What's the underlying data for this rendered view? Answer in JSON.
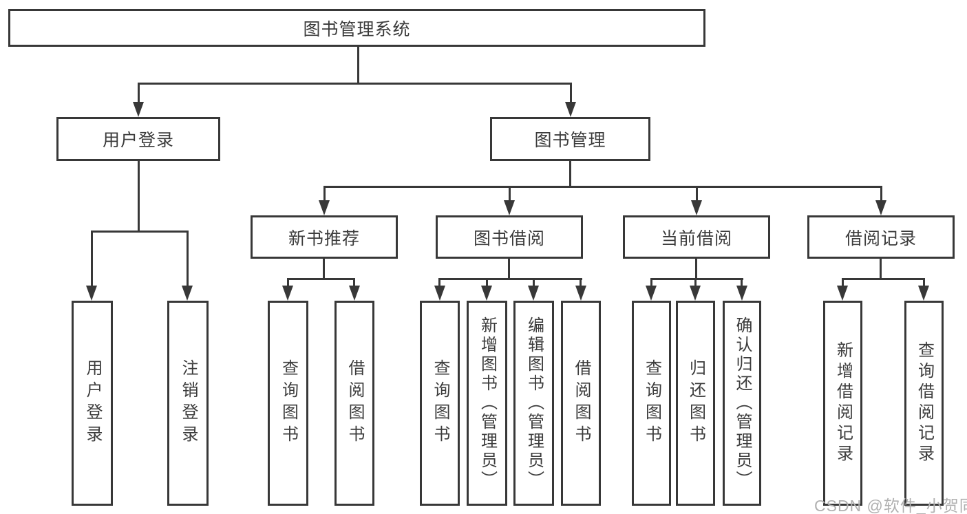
{
  "diagram": {
    "root": {
      "label": "图书管理系统"
    },
    "branches": [
      {
        "label": "用户登录",
        "children": [
          {
            "label": "用户登录"
          },
          {
            "label": "注销登录"
          }
        ]
      },
      {
        "label": "图书管理",
        "children": [
          {
            "label": "新书推荐",
            "children": [
              {
                "label": "查询图书"
              },
              {
                "label": "借阅图书"
              }
            ]
          },
          {
            "label": "图书借阅",
            "children": [
              {
                "label": "查询图书"
              },
              {
                "label": "新增图书（管理员）"
              },
              {
                "label": "编辑图书（管理员）"
              },
              {
                "label": "借阅图书"
              }
            ]
          },
          {
            "label": "当前借阅",
            "children": [
              {
                "label": "查询图书"
              },
              {
                "label": "归还图书"
              },
              {
                "label": "确认归还（管理员）"
              }
            ]
          },
          {
            "label": "借阅记录",
            "children": [
              {
                "label": "新增借阅记录"
              },
              {
                "label": "查询借阅记录"
              }
            ]
          }
        ]
      }
    ]
  },
  "watermark": {
    "text": "CSDN @软件_小贺同学"
  },
  "colors": {
    "line": "#383838",
    "text": "#3c3c3c",
    "watermark": "#b0b0b0",
    "background": "#ffffff"
  }
}
